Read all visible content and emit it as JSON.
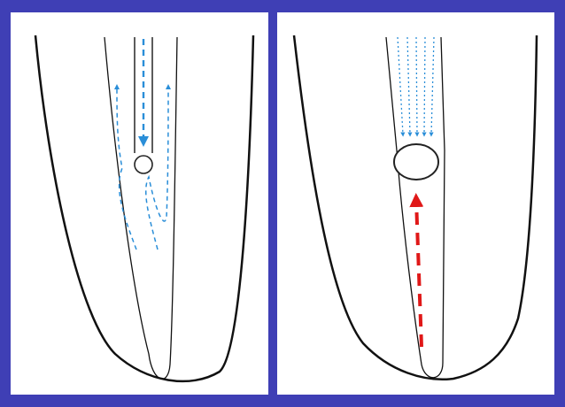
{
  "figure": {
    "panels": [
      {
        "id": "left",
        "description_label": "",
        "elements": [
          "outer-canal",
          "inner-canal",
          "irrigation-needle",
          "needle-tip-ball",
          "downward-flow-arrow",
          "backflow-arrows"
        ]
      },
      {
        "id": "right",
        "description_label": "",
        "elements": [
          "outer-canal",
          "inner-canal",
          "negative-pressure-tube",
          "tube-tip-ball",
          "downward-flow-arrows",
          "upward-suction-arrow"
        ]
      }
    ],
    "colors": {
      "border": "#3f3fb5",
      "panel_background": "#ffffff",
      "canal_line": "#111111",
      "blue_flow": "#2a8ed8",
      "red_flow": "#e01818"
    }
  }
}
